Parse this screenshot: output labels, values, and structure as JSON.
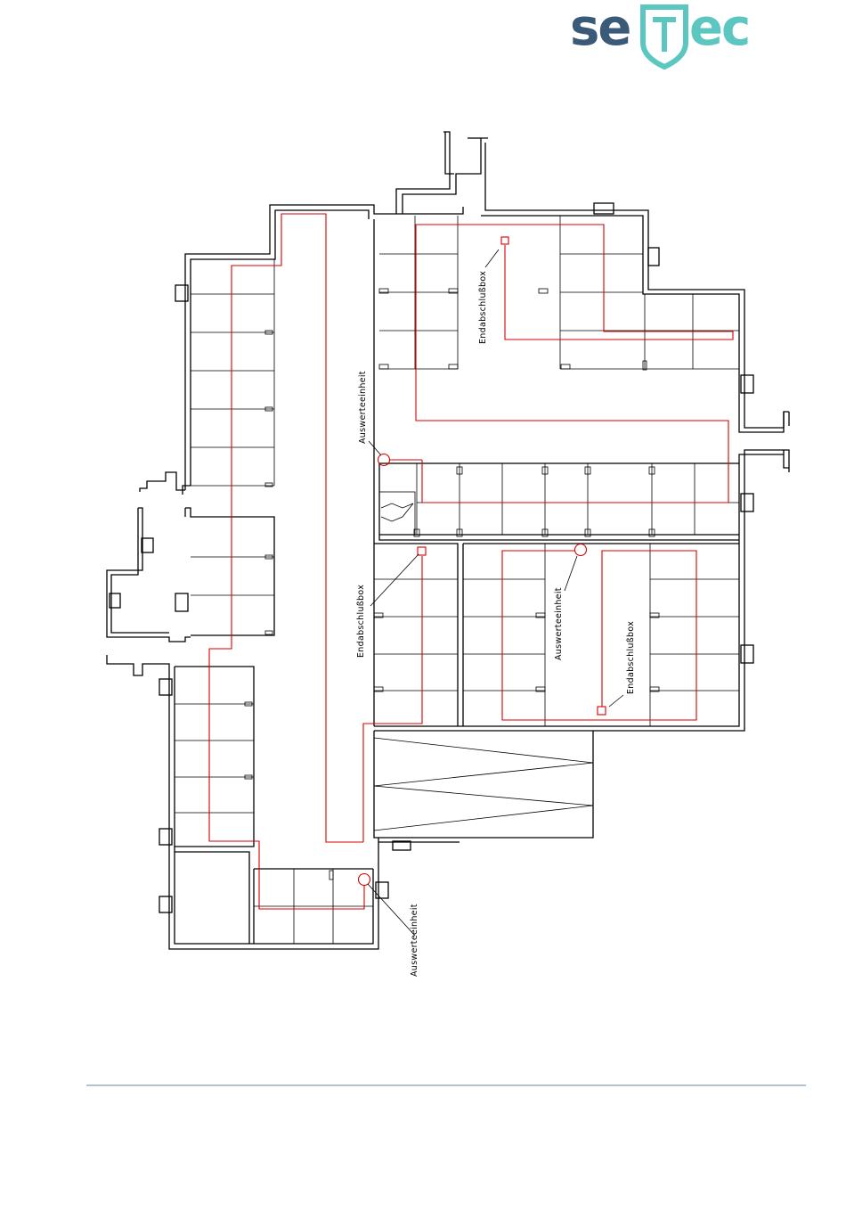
{
  "logo": {
    "brand_left": "se",
    "brand_right": "ec",
    "color_dark": "#3a5a78",
    "color_teal": "#5cc6c0"
  },
  "plan": {
    "cable_color": "#d40000",
    "labels": {
      "auswerteeinheit_1": "Auswerteeinheit",
      "auswerteeinheit_2": "Auswerteeinheit",
      "auswerteeinheit_3": "Auswerteeinheit",
      "endabschlussbox_1": "Endabschlußbox",
      "endabschlussbox_2": "Endabschlußbox",
      "endabschlussbox_3": "Endabschlußbox"
    }
  }
}
